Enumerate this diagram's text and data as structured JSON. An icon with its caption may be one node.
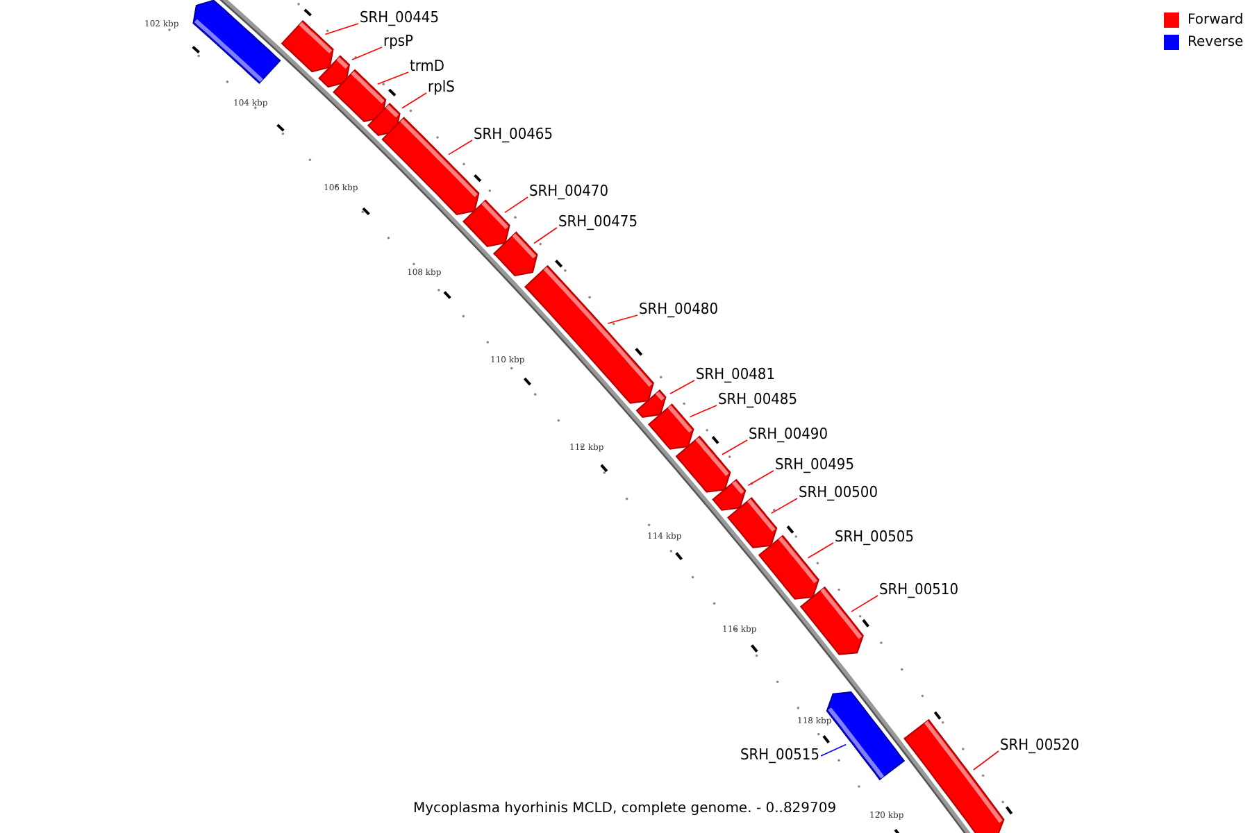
{
  "diagram": {
    "caption": "Mycoplasma hyorhinis MCLD, complete genome. - 0..829709",
    "nodes": [
      {
        "text": [],
        "shape": "arrow"
      },
      {
        "text": [
          "SRH_00445"
        ]
      },
      {
        "text": [],
        "shape": "arrow"
      },
      {
        "text": [
          "rpsP"
        ]
      },
      {
        "text": [],
        "shape": "arrow"
      },
      {
        "text": [
          "trmD"
        ]
      },
      {
        "text": [],
        "shape": "arrow"
      },
      {
        "text": [
          "rplS"
        ]
      },
      {
        "text": [],
        "shape": "arrow"
      },
      {
        "text": [
          "SRH_00465"
        ]
      },
      {
        "text": [],
        "shape": "arrow"
      },
      {
        "text": [
          "SRH_00470"
        ]
      },
      {
        "text": [],
        "shape": "arrow"
      },
      {
        "text": [
          "SRH_00475"
        ]
      },
      {
        "text": [],
        "shape": "arrow"
      },
      {
        "text": [
          "SRH_00480"
        ]
      },
      {
        "text": [],
        "shape": "arrow"
      },
      {
        "text": [
          "SRH_00481"
        ]
      },
      {
        "text": [],
        "shape": "arrow"
      },
      {
        "text": [
          "SRH_00485"
        ]
      },
      {
        "text": [],
        "shape": "arrow"
      },
      {
        "text": [
          "SRH_00490"
        ]
      },
      {
        "text": [],
        "shape": "arrow"
      },
      {
        "text": [
          "SRH_00495"
        ]
      },
      {
        "text": [],
        "shape": "arrow"
      },
      {
        "text": [
          "SRH_00500"
        ]
      },
      {
        "text": [],
        "shape": "arrow"
      },
      {
        "text": [
          "SRH_00505"
        ]
      },
      {
        "text": [],
        "shape": "arrow"
      },
      {
        "text": [
          "SRH_00510"
        ]
      },
      {
        "text": [],
        "shape": "arrow"
      },
      {
        "text": [
          "SRH_00515"
        ]
      },
      {
        "text": [],
        "shape": "arrow"
      },
      {
        "text": [
          "SRH_00520"
        ]
      },
      {
        "text": [],
        "shape": "arrow"
      }
    ],
    "edges": [
      {
        "from": 1,
        "to": 2,
        "arrow": "none"
      },
      {
        "from": 3,
        "to": 4,
        "arrow": "none"
      },
      {
        "from": 5,
        "to": 6,
        "arrow": "none"
      },
      {
        "from": 7,
        "to": 8,
        "arrow": "none"
      },
      {
        "from": 9,
        "to": 10,
        "arrow": "none"
      },
      {
        "from": 11,
        "to": 12,
        "arrow": "none"
      },
      {
        "from": 13,
        "to": 14,
        "arrow": "none"
      },
      {
        "from": 15,
        "to": 16,
        "arrow": "none"
      },
      {
        "from": 17,
        "to": 18,
        "arrow": "none"
      },
      {
        "from": 19,
        "to": 20,
        "arrow": "none"
      },
      {
        "from": 21,
        "to": 22,
        "arrow": "none"
      },
      {
        "from": 23,
        "to": 24,
        "arrow": "none"
      },
      {
        "from": 25,
        "to": 26,
        "arrow": "none"
      },
      {
        "from": 27,
        "to": 28,
        "arrow": "none"
      },
      {
        "from": 29,
        "to": 30,
        "arrow": "none"
      },
      {
        "from": 31,
        "to": 32,
        "arrow": "none",
        "color": "#0000ff"
      },
      {
        "from": 33,
        "to": 34,
        "arrow": "none"
      }
    ],
    "labels": [
      "102 kbp",
      "104 kbp",
      "106 kbp",
      "108 kbp",
      "110 kbp",
      "112 kbp",
      "114 kbp",
      "116 kbp",
      "118 kbp",
      "120 kbp"
    ],
    "legend": [
      {
        "text": "Forward",
        "color": "#ff0000"
      },
      {
        "text": "Reverse",
        "color": "#0000ff"
      }
    ]
  }
}
